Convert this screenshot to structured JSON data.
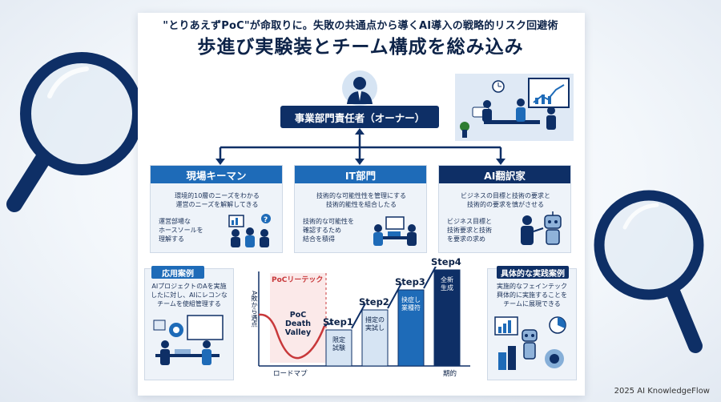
{
  "header": {
    "subtitle": "\"とりあえずPoC\"が命取りに。失敗の共通点から導くAI導入の戦略的リスク回避術",
    "title": "歩進び実験装とチーム構成を総み込み"
  },
  "org": {
    "owner_label": "事業部門責任者（オーナー）",
    "cards": [
      {
        "title": "現場キーマン",
        "text1a": "環境的10層のニーズをわかる",
        "text1b": "運営のニーズを解解してきる",
        "text2a": "運営部場な",
        "text2b": "ホースソールを",
        "text2c": "理解する",
        "color": "#1e6bb8"
      },
      {
        "title": "IT部門",
        "text1a": "技術的な可能性性を管理にする",
        "text1b": "技術的能性を組合したる",
        "text2a": "技術的な可能性を",
        "text2b": "確認するため",
        "text2c": "結合を積得",
        "color": "#1e6bb8"
      },
      {
        "title": "AI翻訳家",
        "text1a": "ビジネスの目標と技術の要求と",
        "text1b": "技術的の要求を慎がさせる",
        "text2a": "ビジネス目標と",
        "text2b": "技術要求と技術",
        "text2c": "を要求の求め",
        "color": "#0e2f66"
      }
    ]
  },
  "left_panel": {
    "title": "応用案例",
    "text1": "AIプロジェクトのAを実施",
    "text2": "したに対し、AIにレコンな",
    "text3": "チームを使組管理する"
  },
  "right_panel": {
    "title": "具体的な実践案例",
    "text1": "実施的なフェインテック",
    "text2": "興体的に実施することを",
    "text3": "チームに展現できる"
  },
  "roadmap": {
    "poc_label": "PoCリーテック",
    "y_axis_label": "A敗から遇点",
    "valley_1": "PoC",
    "valley_2": "Death",
    "valley_3": "Valley",
    "x_left": "ロードマプ",
    "x_right": "期的",
    "steps": [
      {
        "label": "Step1",
        "bar_1": "限定",
        "bar_2": "試験",
        "level": 1
      },
      {
        "label": "Step2",
        "bar_1": "措定の",
        "bar_2": "実試し",
        "level": 2
      },
      {
        "label": "Step3",
        "bar_1": "抉症し",
        "bar_2": "業種符",
        "level": 3
      },
      {
        "label": "Step4",
        "bar_1": "全新",
        "bar_2": "生成",
        "level": 4
      }
    ]
  },
  "footer": "2025 AI KnowledgeFlow",
  "colors": {
    "navy": "#0e2f66",
    "blue": "#1e6bb8",
    "light_blue": "#d6e4f3",
    "red": "#c8383a"
  }
}
